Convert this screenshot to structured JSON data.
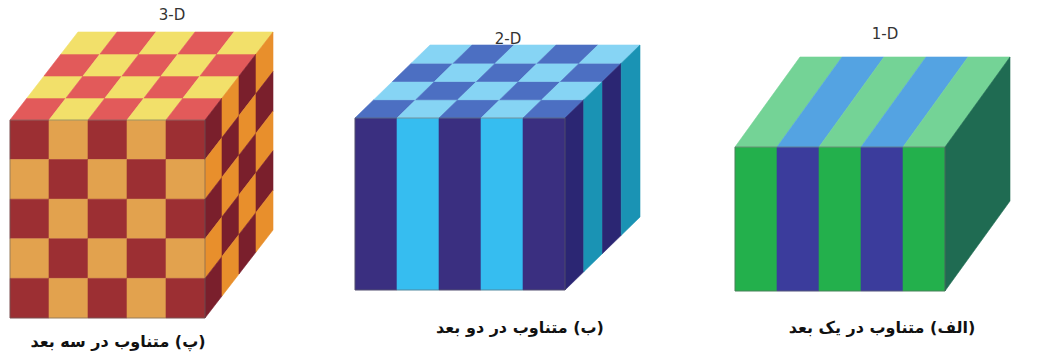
{
  "diagram": {
    "labels": [
      "3-D",
      "2-D",
      "1-D",
      "(پ) متناوب در سه بعد",
      "(ب) متناوب در دو بعد",
      "(الف) متناوب در یک بعد"
    ]
  }
}
